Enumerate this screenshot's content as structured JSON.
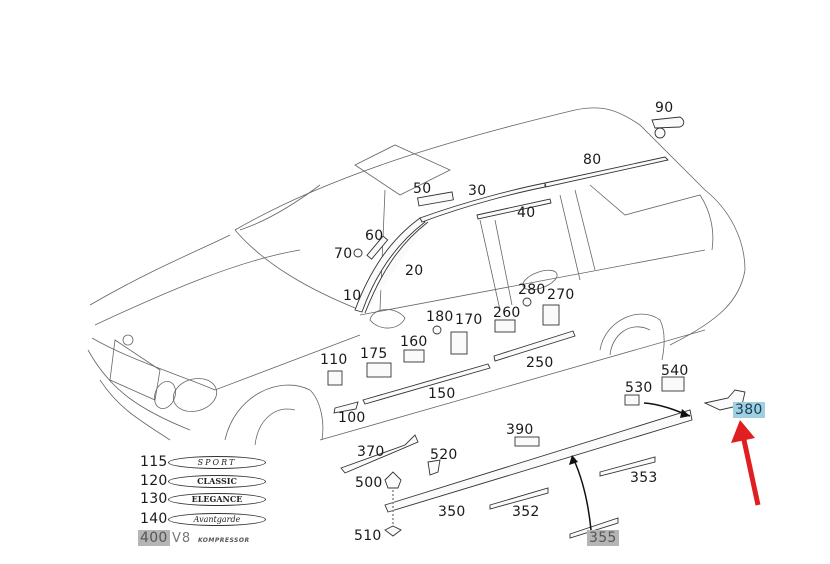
{
  "diagram": {
    "title": "Exterior trim / side moldings (station wagon)",
    "colors": {
      "line": "#555555",
      "part": "#333333",
      "highlight_blue": "#9fd0e0",
      "highlight_gray": "#b5b5b5",
      "arrow_red": "#e02020"
    },
    "part_labels": {
      "p10": "10",
      "p20": "20",
      "p30": "30",
      "p40": "40",
      "p50": "50",
      "p60": "60",
      "p70": "70",
      "p80": "80",
      "p90": "90",
      "p100": "100",
      "p110": "110",
      "p150": "150",
      "p160": "160",
      "p170": "170",
      "p175": "175",
      "p180": "180",
      "p250": "250",
      "p260": "260",
      "p270": "270",
      "p280": "280",
      "p350": "350",
      "p352": "352",
      "p353": "353",
      "p355": "355",
      "p370": "370",
      "p380": "380",
      "p390": "390",
      "p500": "500",
      "p510": "510",
      "p520": "520",
      "p530": "530",
      "p540": "540"
    },
    "badges": [
      {
        "number": "115",
        "text": "SPORT"
      },
      {
        "number": "120",
        "text": "CLASSIC"
      },
      {
        "number": "130",
        "text": "ELEGANCE"
      },
      {
        "number": "140",
        "text": "Avantgarde"
      }
    ],
    "badge_400": {
      "number": "400",
      "text": "V8",
      "subtext": "KOMPRESSOR"
    },
    "highlighted_parts": {
      "blue": "380",
      "gray": [
        "355",
        "400"
      ]
    },
    "annotation": {
      "type": "red-arrow",
      "points_to": "380"
    }
  }
}
